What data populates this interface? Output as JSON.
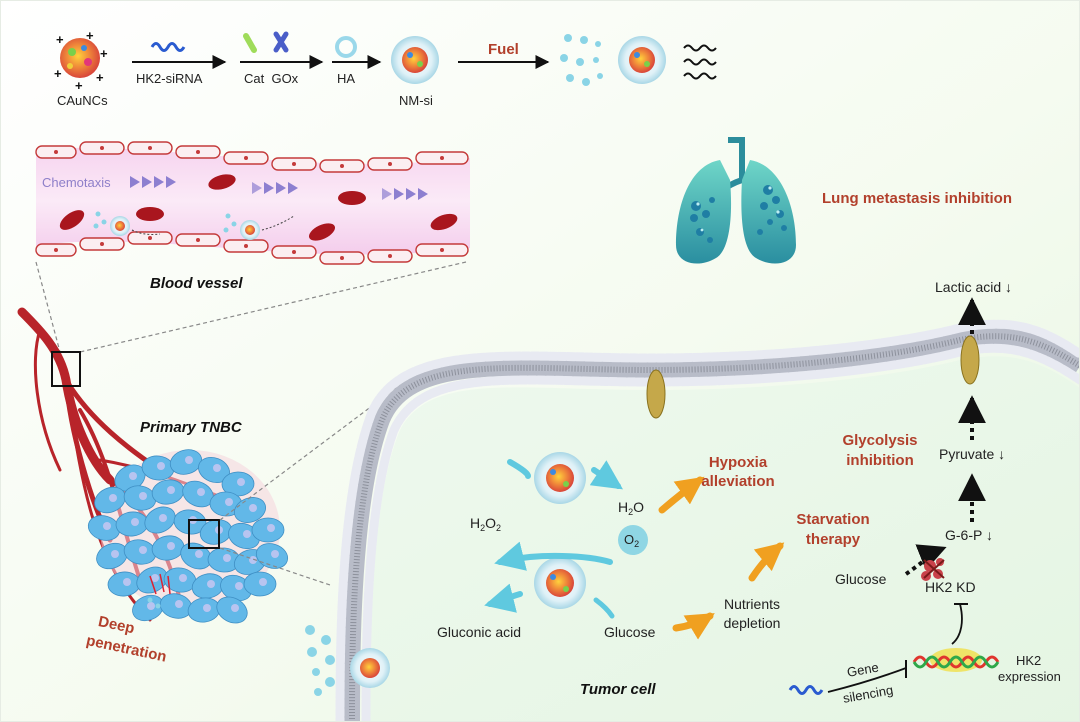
{
  "pipeline": {
    "items": [
      {
        "label": "CAuNCs"
      },
      {
        "label": "HK2-siRNA"
      },
      {
        "label": "Cat  GOx"
      },
      {
        "label": "HA"
      },
      {
        "label": "NM-si"
      }
    ],
    "fuel_label": "Fuel"
  },
  "vessel": {
    "chemotaxis_label": "Chemotaxis",
    "title": "Blood vessel"
  },
  "tumor": {
    "primary_label": "Primary TNBC",
    "deep_penetration_line1": "Deep",
    "deep_penetration_line2": "penetration"
  },
  "lung": {
    "label": "Lung metastasis inhibition"
  },
  "cell": {
    "title": "Tumor cell",
    "h2o2_main": "H",
    "h2o2_sub1": "2",
    "h2o2_mid": "O",
    "h2o2_sub2": "2",
    "h2o_main": "H",
    "h2o_sub": "2",
    "h2o_end": "O",
    "o2_main": "O",
    "o2_sub": "2",
    "gluconic_acid": "Gluconic acid",
    "glucose_center": "Glucose",
    "hypoxia_line1": "Hypoxia",
    "hypoxia_line2": "alleviation",
    "starvation_line1": "Starvation",
    "starvation_line2": "therapy",
    "nutrients_line1": "Nutrients",
    "nutrients_line2": "depletion",
    "glycolysis_line1": "Glycolysis",
    "glycolysis_line2": "inhibition"
  },
  "pathway": {
    "lactic_acid": "Lactic acid ↓",
    "pyruvate": "Pyruvate ↓",
    "g6p": "G-6-P ↓",
    "glucose": "Glucose",
    "hk2_kd": "HK2 KD",
    "gene": "Gene",
    "silencing": "silencing",
    "hk2": "HK2",
    "expression": "expression"
  },
  "colors": {
    "accent_red": "#b2402c",
    "arrow_cyan": "#5fc9df",
    "arrow_orange": "#f0a020",
    "vessel_red": "#b8242a",
    "tumor_blue": "#62b8e8",
    "lung_teal": "#3fa8a8",
    "membrane_grey": "#d4d8e2"
  }
}
